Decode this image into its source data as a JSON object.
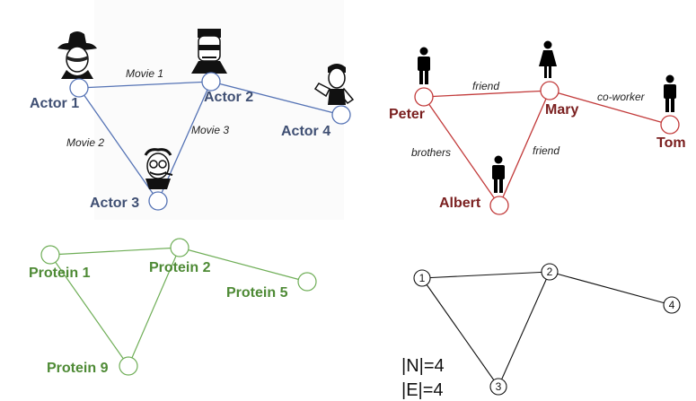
{
  "actors": {
    "nodes": [
      "Actor 1",
      "Actor 2",
      "Actor 3",
      "Actor 4"
    ],
    "edges": [
      "Movie 1",
      "Movie 2",
      "Movie 3"
    ],
    "color": "#5573b5"
  },
  "social": {
    "nodes": [
      "Peter",
      "Mary",
      "Tom",
      "Albert"
    ],
    "edges": [
      "friend",
      "co-worker",
      "brothers",
      "friend"
    ],
    "color": "#c23a3a"
  },
  "proteins": {
    "nodes": [
      "Protein 1",
      "Protein 2",
      "Protein 5",
      "Protein 9"
    ],
    "color": "#6fae57"
  },
  "abstract": {
    "nodes": [
      "1",
      "2",
      "3",
      "4"
    ],
    "n_count": "|N|=4",
    "e_count": "|E|=4"
  }
}
